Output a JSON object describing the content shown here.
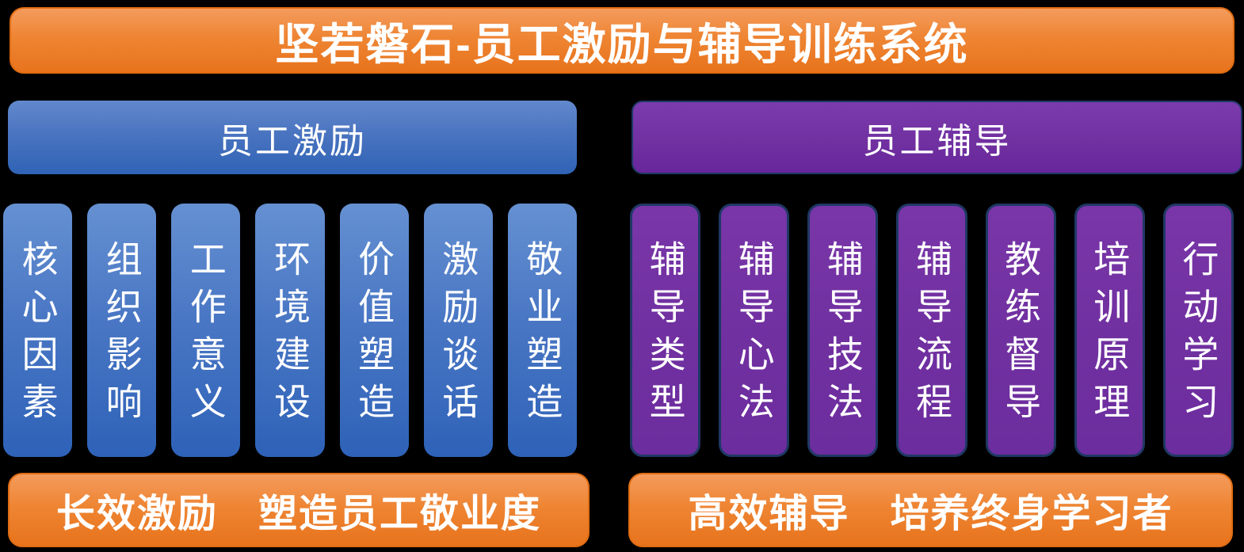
{
  "title": "坚若磐石-员工激励与辅导训练系统",
  "left_panel": {
    "header": "员工激励",
    "columns": [
      "核心因素",
      "组织影响",
      "工作意义",
      "环境建设",
      "价值塑造",
      "激励谈话",
      "敬业塑造"
    ],
    "footer": "长效激励　塑造员工敬业度"
  },
  "right_panel": {
    "header": "员工辅导",
    "columns": [
      "辅导类型",
      "辅导心法",
      "辅导技法",
      "辅导流程",
      "教练督导",
      "培训原理",
      "行动学习"
    ],
    "footer": "高效辅导　培养终身学习者"
  },
  "colors": {
    "background": "#000000",
    "orange_top": "#F49B5D",
    "orange_bottom": "#E8731C",
    "orange_border": "#E06C12",
    "blue_top": "#6289CD",
    "blue_bottom": "#2E62B8",
    "purple": "#7030A0",
    "purple_border": "#1F3864",
    "text": "#FFFFFF"
  }
}
